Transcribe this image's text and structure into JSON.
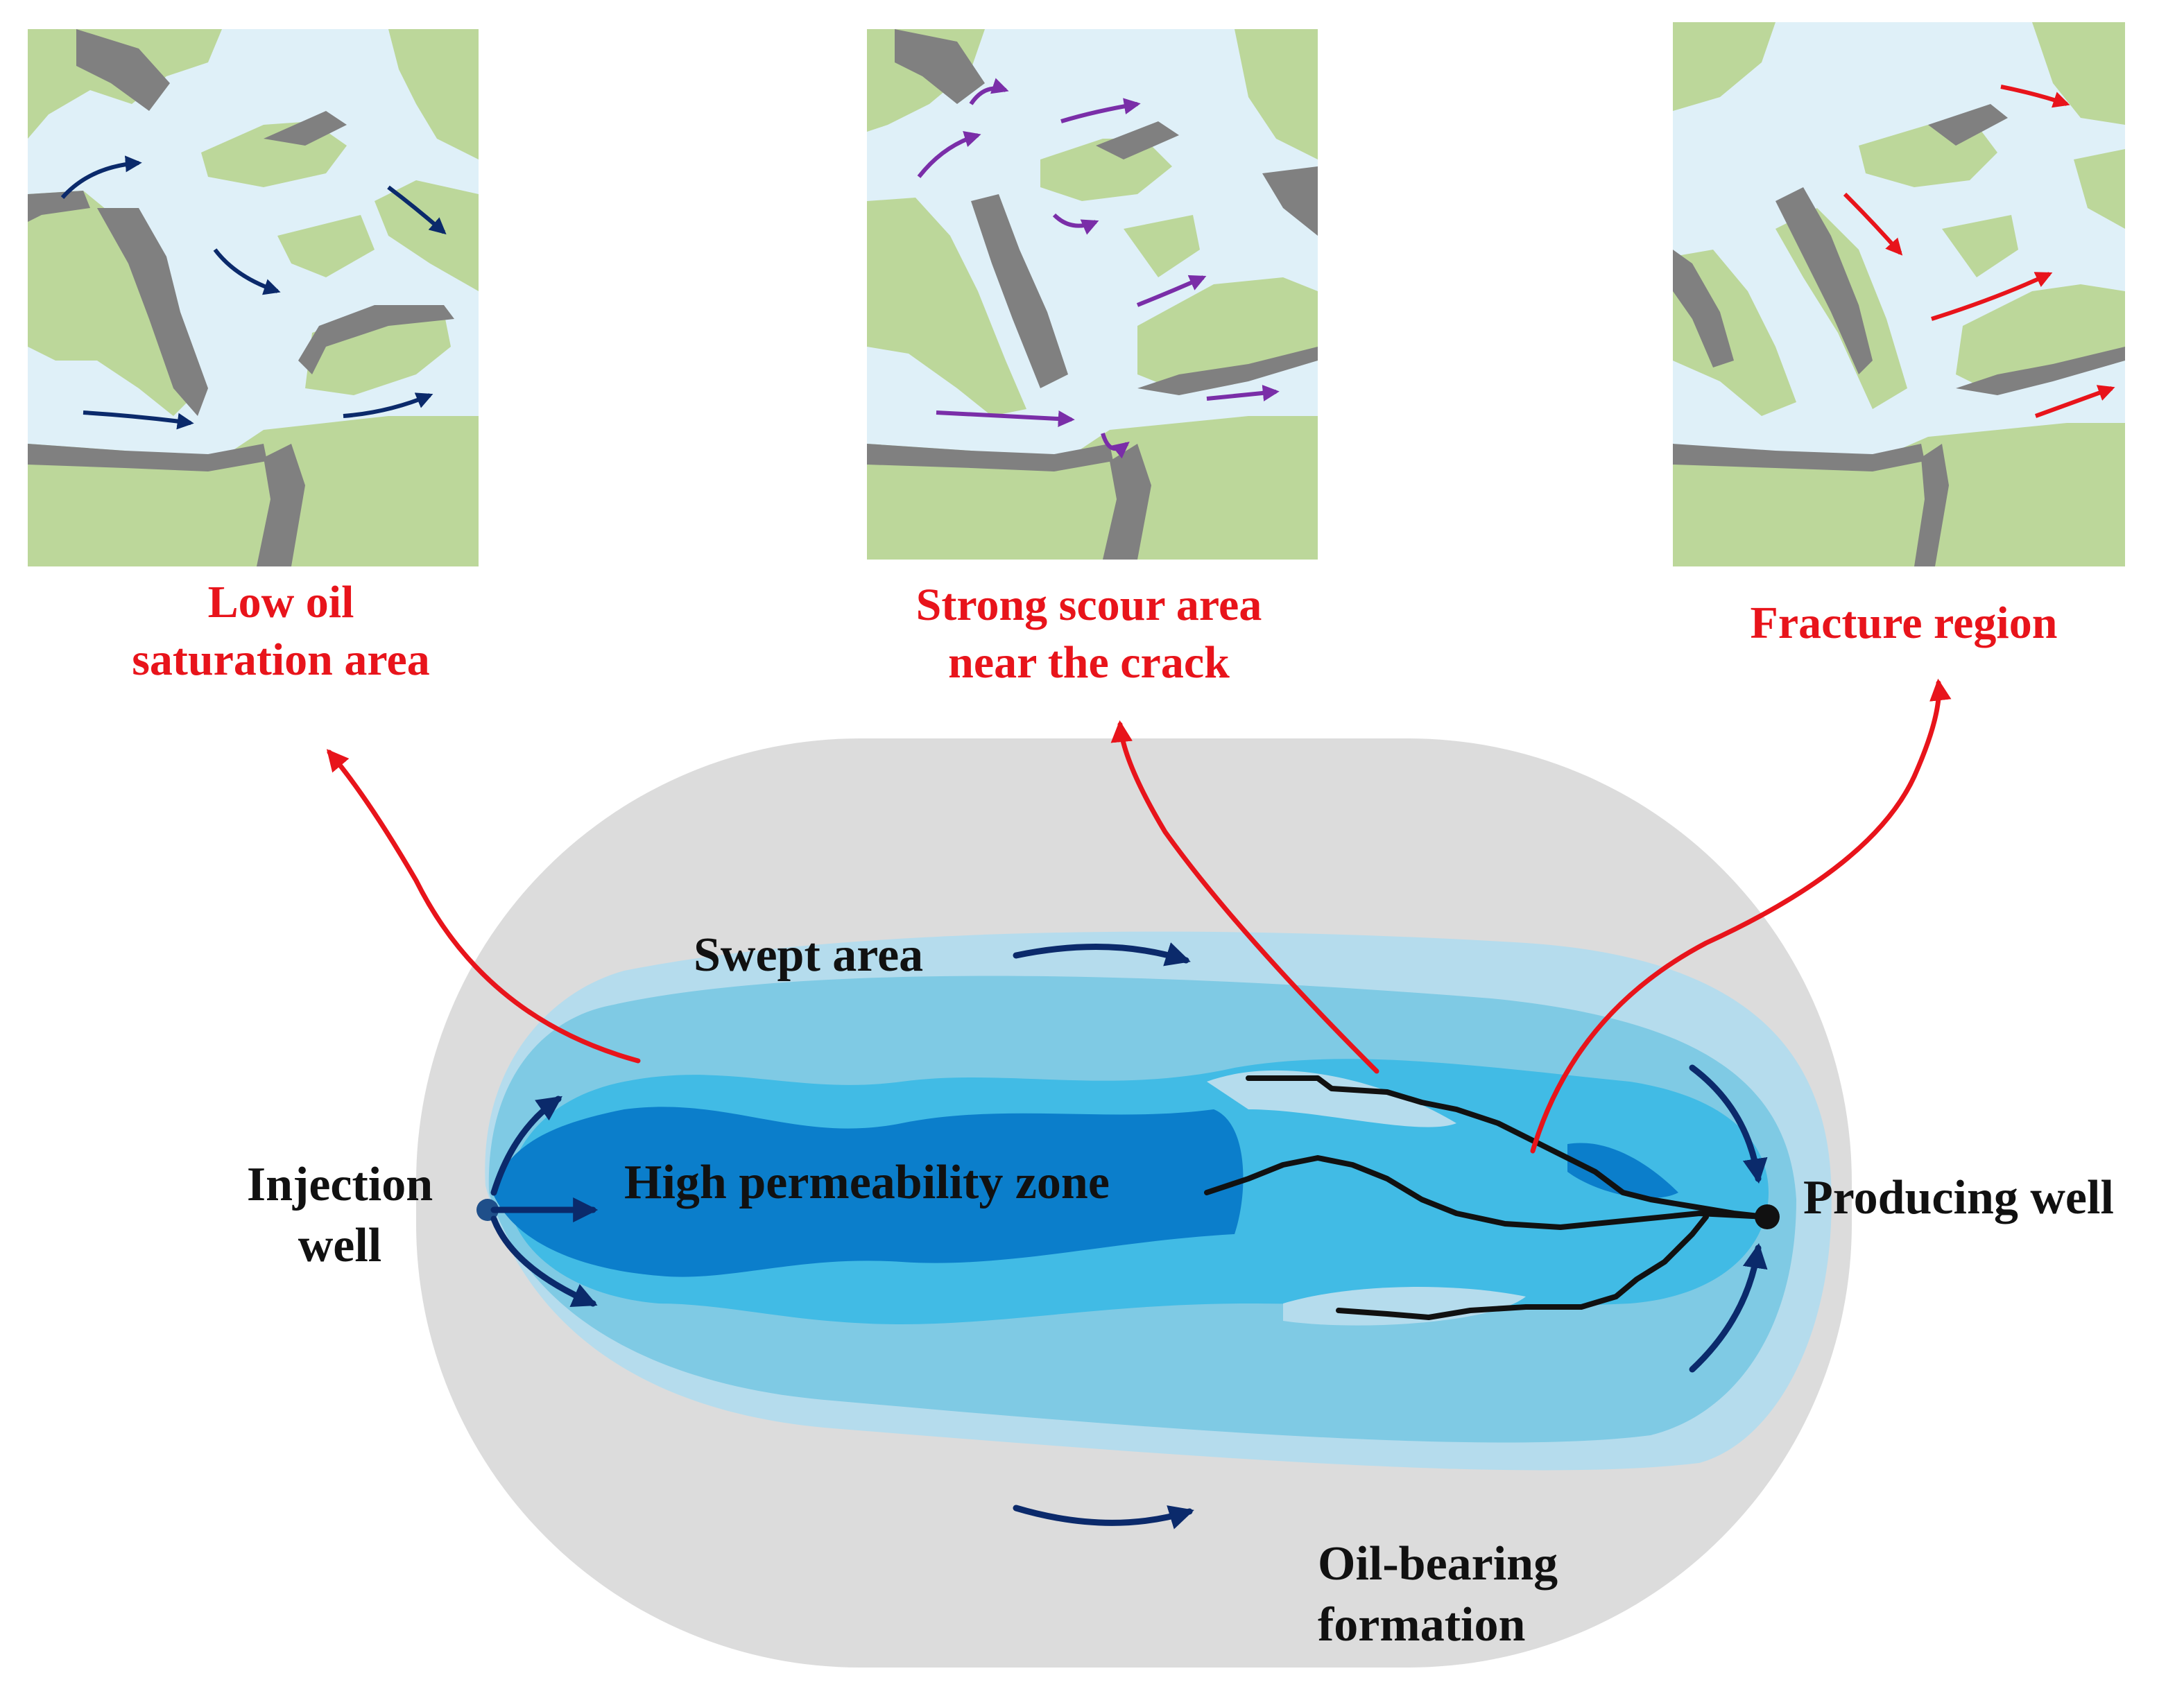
{
  "callouts": {
    "low_oil_line1": "Low oil",
    "low_oil_line2": "saturation area",
    "scour_line1": "Strong scour area",
    "scour_line2": "near the crack",
    "fracture": "Fracture region"
  },
  "labels": {
    "swept_area": "Swept area",
    "injection_line1": "Injection",
    "injection_line2": "well",
    "high_perm": "High permeability zone",
    "producing": "Producing well",
    "oil_line1": "Oil-bearing",
    "oil_line2": "formation"
  },
  "colors": {
    "callout_red": "#e8141b",
    "flow_arrow_navy": "#0b2a6b",
    "scour_arrow_purple": "#7a2ea8",
    "fracture_arrow_red": "#e8141b",
    "rock_grain_green": "#bcd79a",
    "pore_water": "#dff0f8",
    "oil_film_gray": "#808080",
    "formation_gray": "#dcdcdc"
  }
}
